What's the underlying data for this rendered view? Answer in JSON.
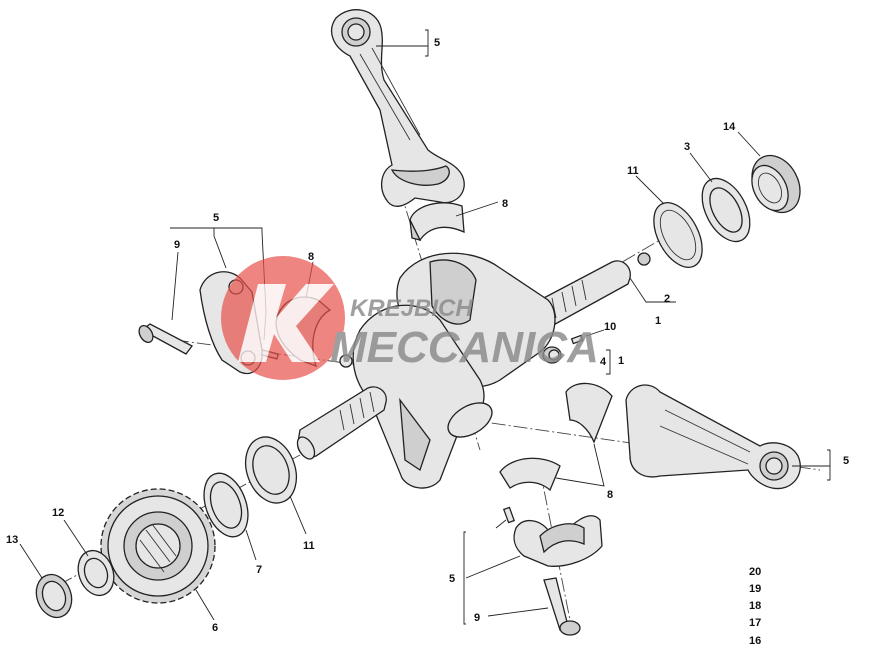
{
  "callouts": {
    "c5_top": "5",
    "c8_top": "8",
    "c11_right": "11",
    "c3": "3",
    "c14": "14",
    "c2": "2",
    "c1_a": "1",
    "c10": "10",
    "c4": "4",
    "c1_b": "1",
    "c5_left": "5",
    "c9_left": "9",
    "c8_left": "8",
    "c5_right": "5",
    "c8_bottom": "8",
    "c11_left": "11",
    "c7": "7",
    "c6": "6",
    "c12": "12",
    "c13": "13",
    "c5_bottom": "5",
    "c9_bottom": "9"
  },
  "sidebar_numbers": [
    "20",
    "19",
    "18",
    "17",
    "16"
  ],
  "watermark": {
    "line1": "KREJBICH",
    "line2": "MECCANICA",
    "color": "#e23b3b"
  },
  "colors": {
    "line": "#222222",
    "part_fill": "#e6e6e6",
    "background": "#ffffff"
  }
}
